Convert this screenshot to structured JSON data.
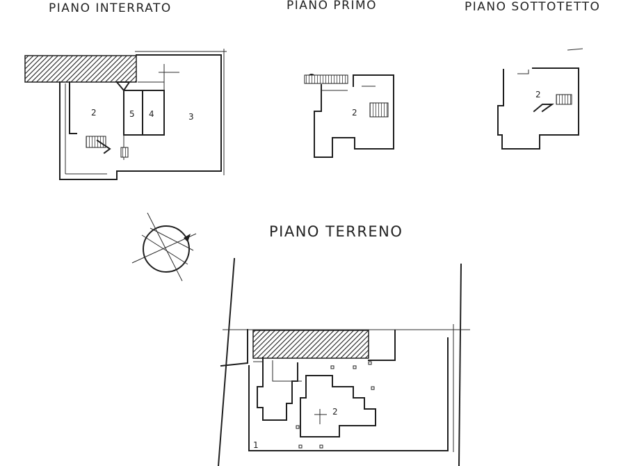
{
  "plans": {
    "basement": {
      "title": "PIANO INTERRATO",
      "rooms": [
        "2",
        "5",
        "4",
        "3"
      ]
    },
    "first": {
      "title": "PIANO PRIMO",
      "rooms": [
        "2"
      ]
    },
    "attic": {
      "title": "PIANO SOTTOTETTO",
      "rooms": [
        "2"
      ]
    },
    "ground": {
      "title": "PIANO TERRENO",
      "rooms": [
        "2",
        "1"
      ]
    }
  }
}
